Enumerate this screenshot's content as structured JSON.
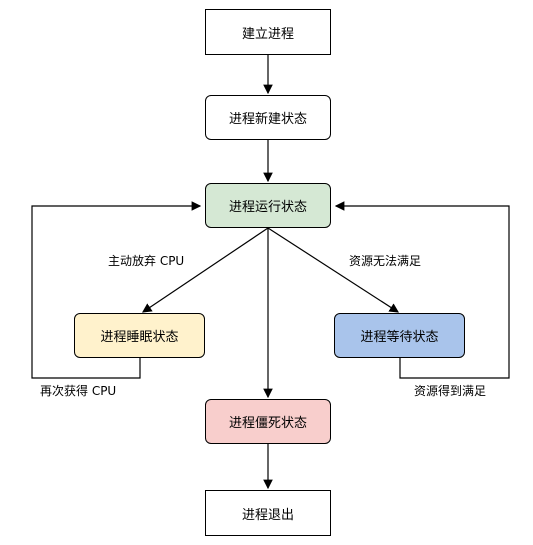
{
  "nodes": {
    "create": {
      "text": "建立进程",
      "fill": "#ffffff"
    },
    "new": {
      "text": "进程新建状态",
      "fill": "#ffffff"
    },
    "running": {
      "text": "进程运行状态",
      "fill": "#d5e8d4"
    },
    "sleeping": {
      "text": "进程睡眠状态",
      "fill": "#fff2cc"
    },
    "waiting": {
      "text": "进程等待状态",
      "fill": "#a9c4eb"
    },
    "zombie": {
      "text": "进程僵死状态",
      "fill": "#f8cecc"
    },
    "exit": {
      "text": "进程退出",
      "fill": "#ffffff"
    }
  },
  "edge_labels": {
    "yield_cpu": "主动放弃 CPU",
    "resource_unavailable": "资源无法满足",
    "regain_cpu": "再次获得 CPU",
    "resource_available": "资源得到满足"
  },
  "colors": {
    "stroke": "#000000"
  }
}
